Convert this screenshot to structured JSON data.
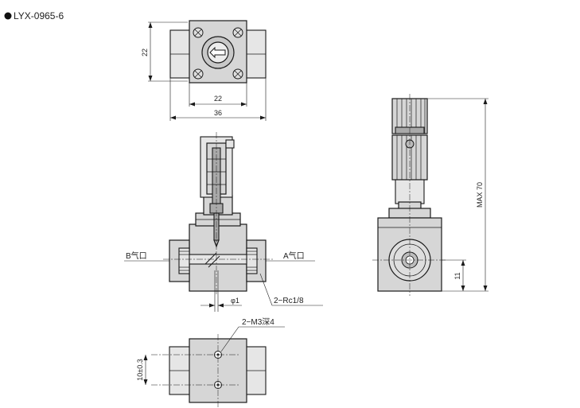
{
  "title": "LYX-0965-6",
  "top_view": {
    "dim_height": "22",
    "dim_inner_width": "22",
    "dim_outer_width": "36"
  },
  "front_view": {
    "port_b_label": "B气口",
    "port_a_label": "A气口",
    "orifice_label": "φ1",
    "thread_label": "2−Rc1/8"
  },
  "side_view": {
    "max_height_label": "MAX 70",
    "port_height_label": "11"
  },
  "bottom_view": {
    "mount_label": "2−M3深4",
    "pitch_label": "10±0.3"
  }
}
